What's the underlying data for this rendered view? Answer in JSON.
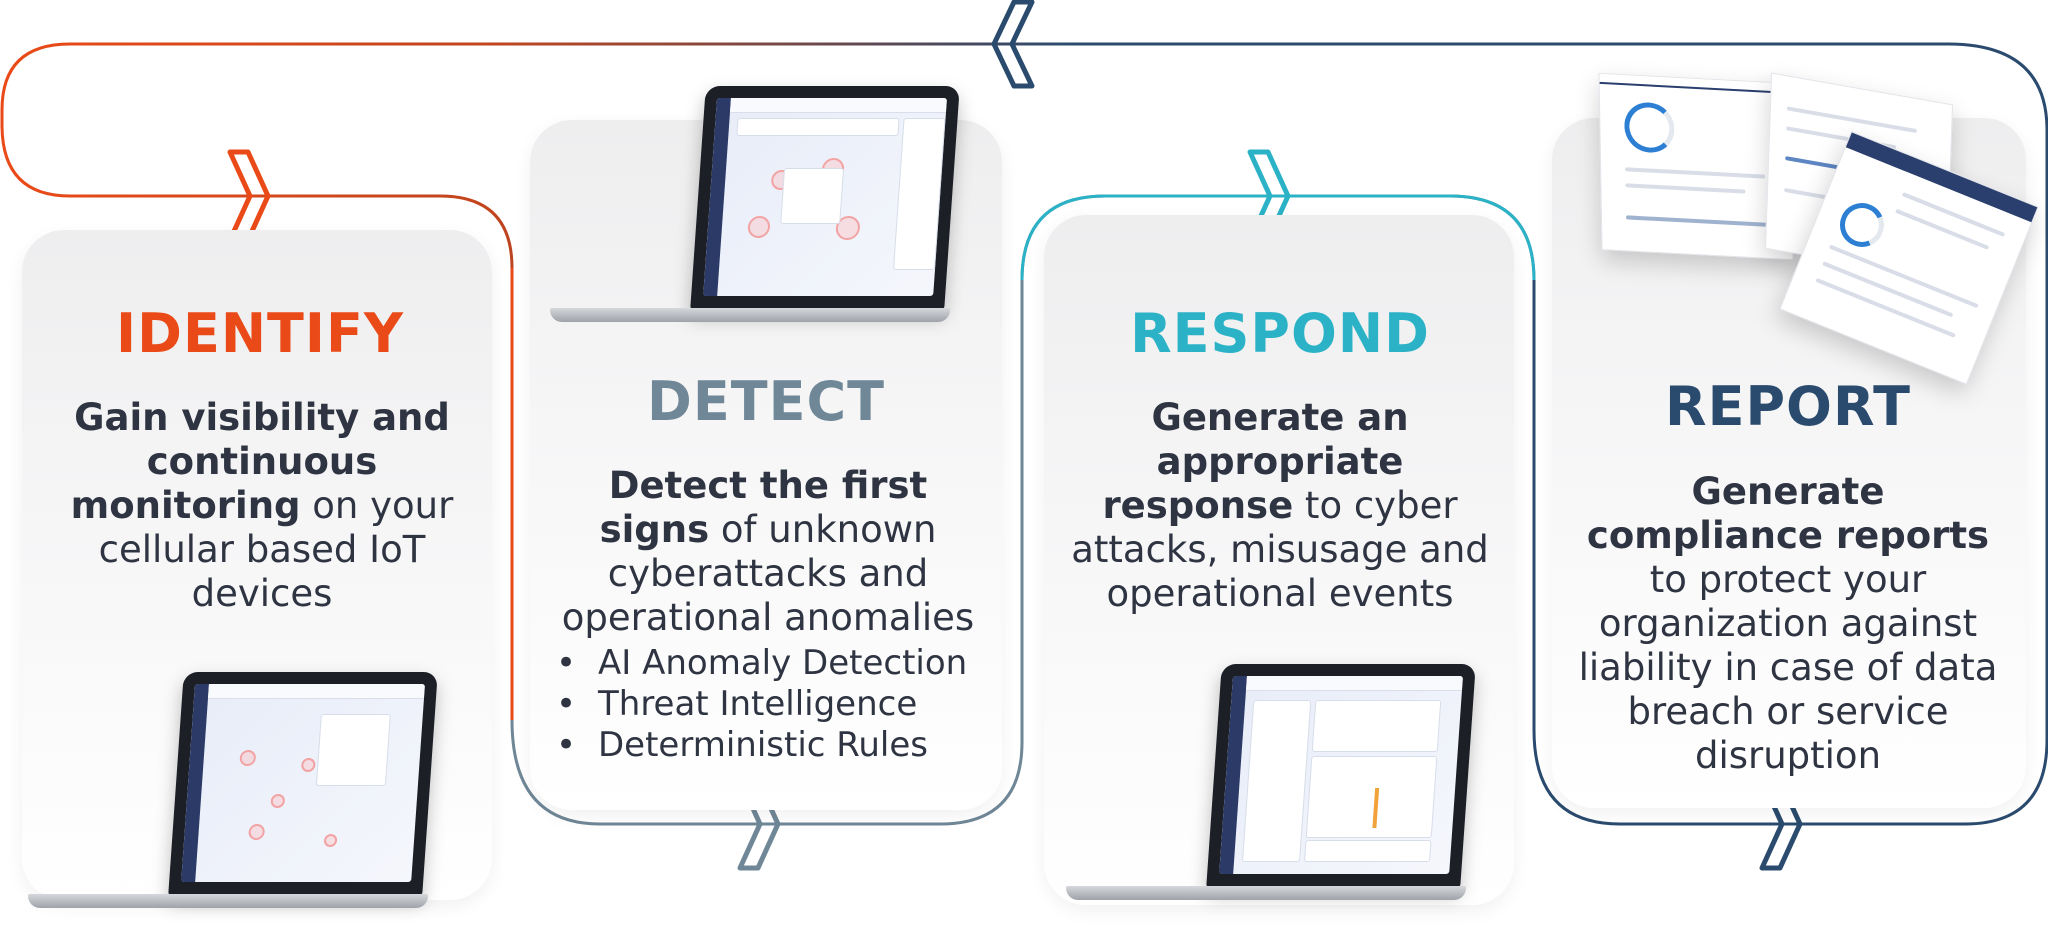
{
  "colors": {
    "identify": "#ea4a18",
    "detect": "#6f8797",
    "respond": "#2bb2c6",
    "report": "#2a4b6e",
    "text": "#2f3442"
  },
  "steps": [
    {
      "title": "IDENTIFY",
      "desc_bold": "Gain visibility and continuous monitoring",
      "desc_rest": " on your cellular based IoT devices"
    },
    {
      "title": "DETECT",
      "desc_bold": "Detect the first signs",
      "desc_rest": " of unknown cyberattacks and operational anomalies",
      "bullets": [
        "AI Anomaly Detection",
        "Threat Intelligence",
        "Deterministic Rules"
      ]
    },
    {
      "title": "RESPOND",
      "desc_bold": "Generate an appropriate response",
      "desc_rest": " to cyber attacks, misusage and operational events"
    },
    {
      "title": "REPORT",
      "desc_bold1": "Generate compliance reports",
      "desc_rest": " to protect your organization against liability in case of data breach or service disruption"
    }
  ],
  "icons": [
    "chevron-right-icon",
    "chevron-left-icon",
    "laptop-icon",
    "report-booklet-icon"
  ]
}
